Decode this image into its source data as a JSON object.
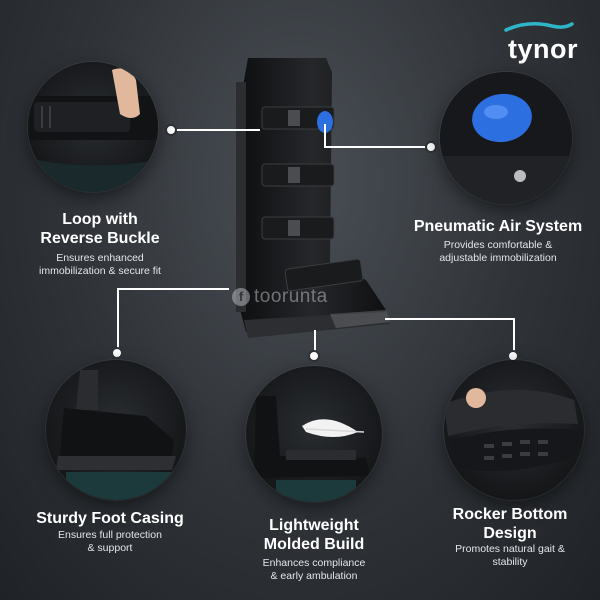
{
  "brand": {
    "name": "tynor",
    "accent": "#2fb5c9"
  },
  "watermark": {
    "letter": "f",
    "text": "toorunta"
  },
  "features": [
    {
      "title": "Loop with\nReverse Buckle",
      "desc": "Ensures enhanced\nimmobilization & secure fit"
    },
    {
      "title": "Pneumatic Air System",
      "desc": "Provides comfortable &\nadjustable immobilization"
    },
    {
      "title": "Sturdy Foot Casing",
      "desc": "Ensures full protection\n& support"
    },
    {
      "title": "Lightweight\nMolded Build",
      "desc": "Enhances compliance\n& early ambulation"
    },
    {
      "title": "Rocker Bottom\nDesign",
      "desc": "Promotes natural gait &\nstability"
    }
  ],
  "colors": {
    "background": "#34383d",
    "air_cell": "#2b6fe0",
    "boot": "#1b1c1e",
    "connector": "#ffffff"
  }
}
